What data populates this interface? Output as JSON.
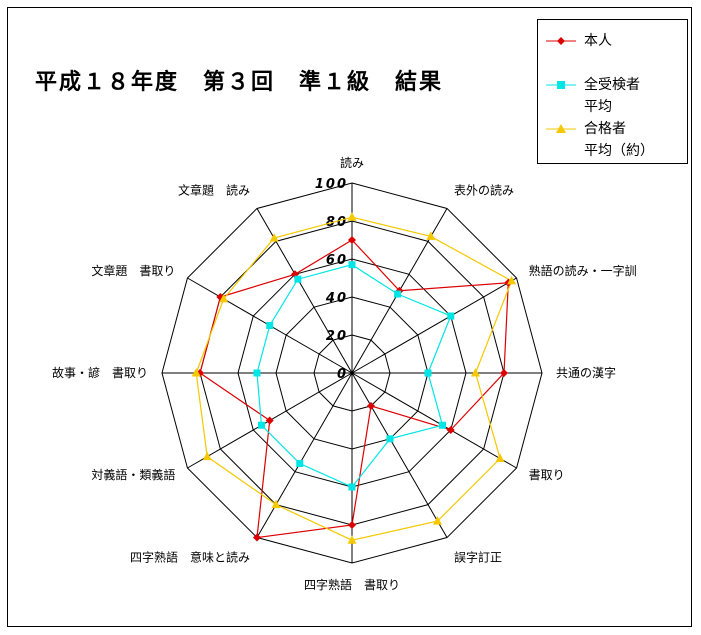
{
  "title": "平成１８年度　第３回　準１級　結果",
  "chart_data": {
    "type": "radar",
    "title": "平成１８年度　第３回　準１級　結果",
    "axes": [
      "読み",
      "表外の読み",
      "熟語の読み・一字訓",
      "共通の漢字",
      "書取り",
      "誤字訂正",
      "四字熟語　書取り",
      "四字熟語　意味と読み",
      "対義語・類義語",
      "故事・諺　書取り",
      "文章題　書取り",
      "文章題　読み"
    ],
    "rlim": [
      0,
      100
    ],
    "ticks": [
      "0",
      "20",
      "40",
      "60",
      "80",
      "100"
    ],
    "legend_position": "top-right",
    "series": [
      {
        "name": "本人",
        "color": "#dd0000",
        "marker": "diamond",
        "values": [
          70,
          50,
          95,
          80,
          60,
          20,
          80,
          100,
          50,
          80,
          80,
          60
        ]
      },
      {
        "name": "全受検者平均",
        "color": "#00e5e5",
        "marker": "square",
        "values": [
          57,
          48,
          60,
          40,
          55,
          40,
          60,
          55,
          55,
          50,
          50,
          57
        ]
      },
      {
        "name": "合格者平均（約）",
        "color": "#f5c800",
        "marker": "triangle",
        "values": [
          82,
          83,
          97,
          65,
          90,
          90,
          88,
          80,
          88,
          82,
          78,
          82
        ]
      }
    ]
  },
  "legend": {
    "items": [
      {
        "lines": [
          "本人"
        ],
        "color": "#dd0000",
        "marker": "diamond"
      },
      {
        "lines": [
          "全受検者",
          "平均"
        ],
        "color": "#00e5e5",
        "marker": "square"
      },
      {
        "lines": [
          "合格者",
          "平均（約）"
        ],
        "color": "#f5c800",
        "marker": "triangle"
      }
    ]
  }
}
